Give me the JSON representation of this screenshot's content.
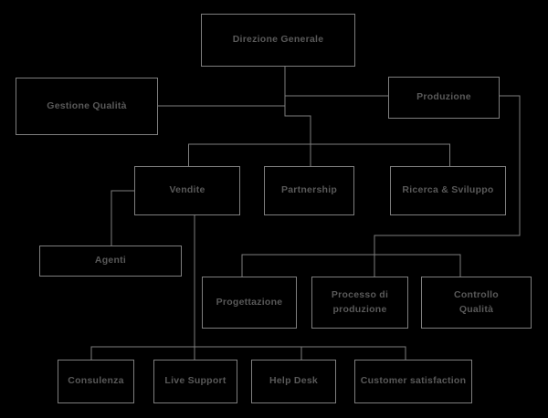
{
  "diagram": {
    "type": "org-chart-flowchart",
    "colors": {
      "background": "#000000",
      "line": "#7e7e7e",
      "box_border": "#7e7e7e",
      "text": "#595959"
    },
    "nodes": {
      "direzione_generale": {
        "label": "Direzione Generale"
      },
      "gestione_qualita": {
        "label": "Gestione Qualità"
      },
      "produzione": {
        "label": "Produzione"
      },
      "vendite": {
        "label": "Vendite"
      },
      "partnership": {
        "label": "Partnership"
      },
      "ricerca_sviluppo": {
        "label": "Ricerca & Sviluppo"
      },
      "agenti": {
        "label": "Agenti"
      },
      "progettazione": {
        "label": "Progettazione"
      },
      "processo_produzione": {
        "label": "Processo di\nproduzione"
      },
      "controllo_qualita": {
        "label": "Controllo\nQualità"
      },
      "consulenza": {
        "label": "Consulenza"
      },
      "live_support": {
        "label": "Live Support"
      },
      "help_desk": {
        "label": "Help Desk"
      },
      "customer_satisfaction": {
        "label": "Customer satisfaction"
      }
    },
    "edges": [
      {
        "from": "Direzione Generale",
        "to": "Gestione Qualità"
      },
      {
        "from": "Direzione Generale",
        "to": "Produzione"
      },
      {
        "from": "Direzione Generale",
        "to": "Vendite"
      },
      {
        "from": "Direzione Generale",
        "to": "Partnership"
      },
      {
        "from": "Direzione Generale",
        "to": "Ricerca & Sviluppo"
      },
      {
        "from": "Vendite",
        "to": "Agenti"
      },
      {
        "from": "Vendite",
        "to": "Consulenza"
      },
      {
        "from": "Vendite",
        "to": "Live Support"
      },
      {
        "from": "Vendite",
        "to": "Help Desk"
      },
      {
        "from": "Vendite",
        "to": "Customer satisfaction"
      },
      {
        "from": "Produzione",
        "to": "Progettazione"
      },
      {
        "from": "Produzione",
        "to": "Processo di produzione"
      },
      {
        "from": "Produzione",
        "to": "Controllo Qualità"
      }
    ]
  }
}
